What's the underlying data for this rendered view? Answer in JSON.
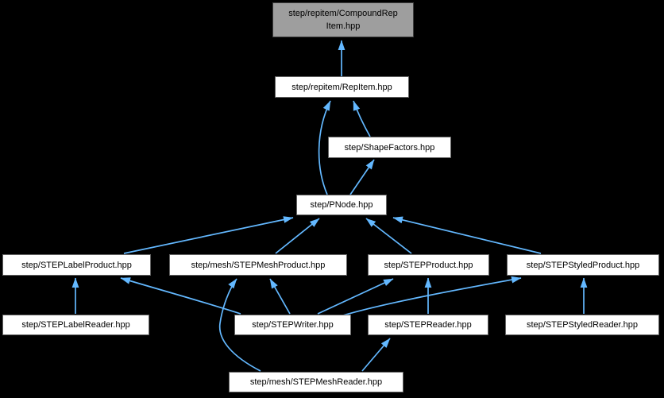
{
  "diagram": {
    "type": "include-dependency-graph",
    "colors": {
      "background": "#000000",
      "edge": "#63b8ff",
      "node_fill": "#ffffff",
      "node_border": "#646464",
      "root_fill": "#9e9e9e",
      "root_border": "#3d3d3d",
      "text": "#000000"
    },
    "nodes": [
      {
        "id": "compoundrepitem",
        "label": "step/repitem/CompoundRepItem.hpp",
        "lines": [
          "step/repitem/CompoundRep",
          "Item.hpp"
        ],
        "is_root": true
      },
      {
        "id": "repitem",
        "label": "step/repitem/RepItem.hpp"
      },
      {
        "id": "shapefactors",
        "label": "step/ShapeFactors.hpp"
      },
      {
        "id": "pnode",
        "label": "step/PNode.hpp"
      },
      {
        "id": "steplabelproduct",
        "label": "step/STEPLabelProduct.hpp"
      },
      {
        "id": "stepmeshproduct",
        "label": "step/mesh/STEPMeshProduct.hpp"
      },
      {
        "id": "stepproduct",
        "label": "step/STEPProduct.hpp"
      },
      {
        "id": "stepstyledproduct",
        "label": "step/STEPStyledProduct.hpp"
      },
      {
        "id": "steplabelreader",
        "label": "step/STEPLabelReader.hpp"
      },
      {
        "id": "stepwriter",
        "label": "step/STEPWriter.hpp"
      },
      {
        "id": "stepreader",
        "label": "step/STEPReader.hpp"
      },
      {
        "id": "stepstyledreader",
        "label": "step/STEPStyledReader.hpp"
      },
      {
        "id": "stepmeshreader",
        "label": "step/mesh/STEPMeshReader.hpp"
      }
    ],
    "edges": [
      {
        "from": "step/repitem/RepItem.hpp",
        "to": "step/repitem/CompoundRepItem.hpp"
      },
      {
        "from": "step/PNode.hpp",
        "to": "step/repitem/RepItem.hpp"
      },
      {
        "from": "step/ShapeFactors.hpp",
        "to": "step/repitem/RepItem.hpp"
      },
      {
        "from": "step/PNode.hpp",
        "to": "step/ShapeFactors.hpp"
      },
      {
        "from": "step/STEPLabelProduct.hpp",
        "to": "step/PNode.hpp"
      },
      {
        "from": "step/mesh/STEPMeshProduct.hpp",
        "to": "step/PNode.hpp"
      },
      {
        "from": "step/STEPProduct.hpp",
        "to": "step/PNode.hpp"
      },
      {
        "from": "step/STEPStyledProduct.hpp",
        "to": "step/PNode.hpp"
      },
      {
        "from": "step/STEPLabelReader.hpp",
        "to": "step/STEPLabelProduct.hpp"
      },
      {
        "from": "step/STEPWriter.hpp",
        "to": "step/STEPLabelProduct.hpp"
      },
      {
        "from": "step/mesh/STEPMeshReader.hpp",
        "to": "step/mesh/STEPMeshProduct.hpp"
      },
      {
        "from": "step/STEPWriter.hpp",
        "to": "step/mesh/STEPMeshProduct.hpp"
      },
      {
        "from": "step/STEPWriter.hpp",
        "to": "step/STEPProduct.hpp"
      },
      {
        "from": "step/STEPReader.hpp",
        "to": "step/STEPProduct.hpp"
      },
      {
        "from": "step/STEPWriter.hpp",
        "to": "step/STEPStyledProduct.hpp"
      },
      {
        "from": "step/STEPStyledReader.hpp",
        "to": "step/STEPStyledProduct.hpp"
      },
      {
        "from": "step/mesh/STEPMeshReader.hpp",
        "to": "step/STEPReader.hpp"
      }
    ]
  }
}
